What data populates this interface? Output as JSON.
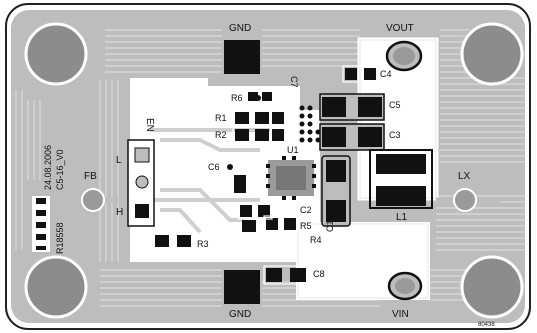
{
  "net_labels": {
    "gnd_top": "GND",
    "gnd_bottom": "GND",
    "vout": "VOUT",
    "vin": "VIN",
    "fb": "FB",
    "lx": "LX",
    "en": "EN"
  },
  "en_header": {
    "low": "L",
    "high": "H"
  },
  "components": {
    "r1": "R1",
    "r2": "R2",
    "r3": "R3",
    "r4": "R4",
    "r5": "R5",
    "r6": "R6",
    "c1": "C1",
    "c2": "C2",
    "c3": "C3",
    "c4": "C4",
    "c5": "C5",
    "c6": "C6",
    "c7": "C7",
    "c8": "C8",
    "l1": "L1",
    "u1": "U1"
  },
  "board_text": {
    "date": "24.08.2006",
    "board_name": "C5-16_V0",
    "part_number": "R18558",
    "drawing_number": "80438"
  },
  "colors": {
    "copper": "#bdbdbd",
    "trace": "#cfcfcf",
    "mount_hole": "#8c8c8c",
    "silkscreen": "#ffffff",
    "pad": "#111111"
  }
}
